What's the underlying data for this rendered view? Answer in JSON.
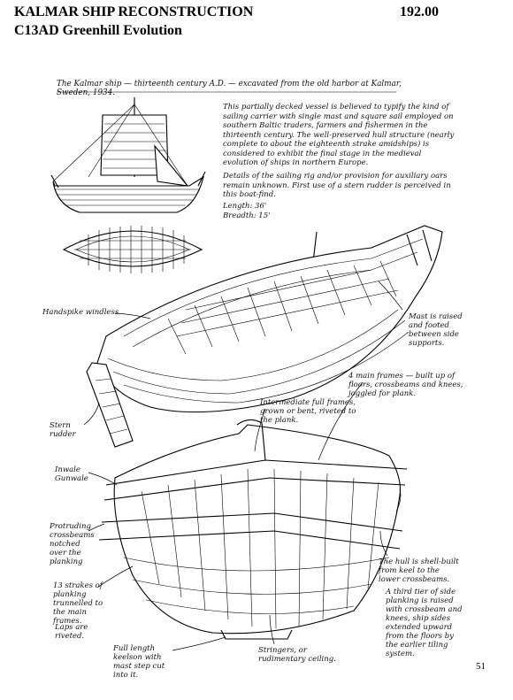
{
  "header": {
    "title": "KALMAR SHIP RECONSTRUCTION",
    "code": "192.00",
    "subtitle": "C13AD Greenhill Evolution"
  },
  "caption": "The Kalmar ship — thirteenth century A.D. — excavated from the old harbor at Kalmar, Sweden, 1934.",
  "description": "This partially decked vessel is believed to typify the kind of sailing carrier with single mast and square sail employed on southern Baltic traders, farmers and fishermen in the thirteenth century. The well-preserved hull structure (nearly complete to about the eighteenth strake amidships) is considered to exhibit the final stage in the medieval evolution of ships in northern Europe.",
  "details": "Details of the sailing rig and/or provision for auxiliary oars remain unknown. First use of a stern rudder is perceived in this boat-find.",
  "dimensions": {
    "length": "Length: 36'",
    "breadth": "Breadth: 15'"
  },
  "labels": {
    "windlass": "Handspike windless",
    "mast": "Mast is raised and footed between side supports.",
    "stern_rudder": "Stern rudder",
    "main_frames": "4 main frames — built up of floors, crossbeams and knees, joggled for plank.",
    "intermediate": "Intermediate full frames, grown or bent, riveted to the plank.",
    "inwale": "Inwale Gunwale",
    "crossbeams": "Protruding crossbeams notched over the planking",
    "strakes": "13 strakes of planking trunnelled to the main frames.",
    "laps": "Laps are riveted.",
    "keelson": "Full length keelson with mast step cut into it.",
    "stringers": "Stringers, or rudimentary ceiling.",
    "shell_built": "The hull is shell-built from keel to the lower crossbeams.",
    "third_tier": "A third tier of side planking is raised with crossbeam and knees, ship sides extended upward from the floors by the earlier tiling system."
  },
  "page_number": "51"
}
